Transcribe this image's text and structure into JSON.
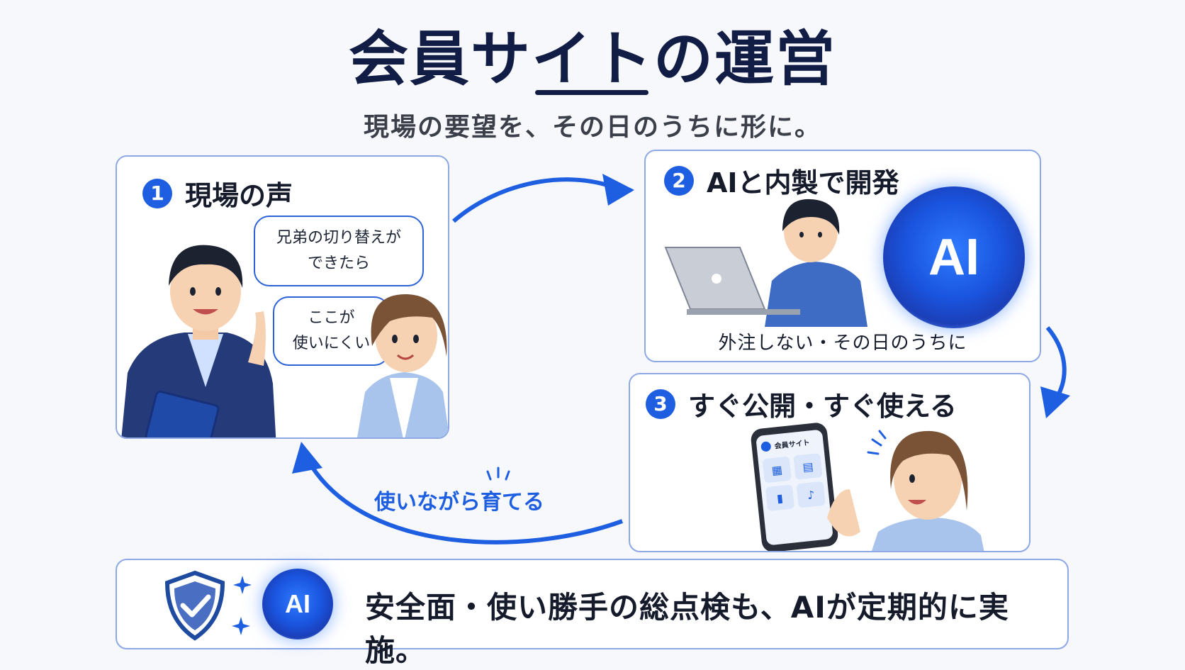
{
  "header": {
    "title": "会員サイトの運営",
    "subtitle": "現場の要望を、その日のうちに形に。"
  },
  "steps": [
    {
      "number": "1",
      "title": "現場の声",
      "bubbles": [
        {
          "lines": [
            "兄弟の切り替えが",
            "できたら"
          ]
        },
        {
          "lines": [
            "ここが",
            "使いにくい"
          ]
        }
      ]
    },
    {
      "number": "2",
      "title": "AIと内製で開発",
      "caption": "外注しない・その日のうちに",
      "ai_label": "AI"
    },
    {
      "number": "3",
      "title": "すぐ公開・すぐ使える",
      "phone_app_title": "会員サイト"
    }
  ],
  "cycle_label": "使いながら育てる",
  "bottom": {
    "text": "安全面・使い勝手の総点検も、AIが定期的に実施。",
    "ai_label": "AI"
  },
  "colors": {
    "accent": "#1e5ee0",
    "title": "#111d45",
    "card_border": "#8ea8e6"
  },
  "icons": [
    "shield-check-icon",
    "sparkle-icon",
    "ai-globe-icon",
    "laptop-icon",
    "smartphone-icon",
    "calendar-icon",
    "document-icon",
    "bar-chart-icon",
    "bell-icon",
    "user-icon"
  ]
}
